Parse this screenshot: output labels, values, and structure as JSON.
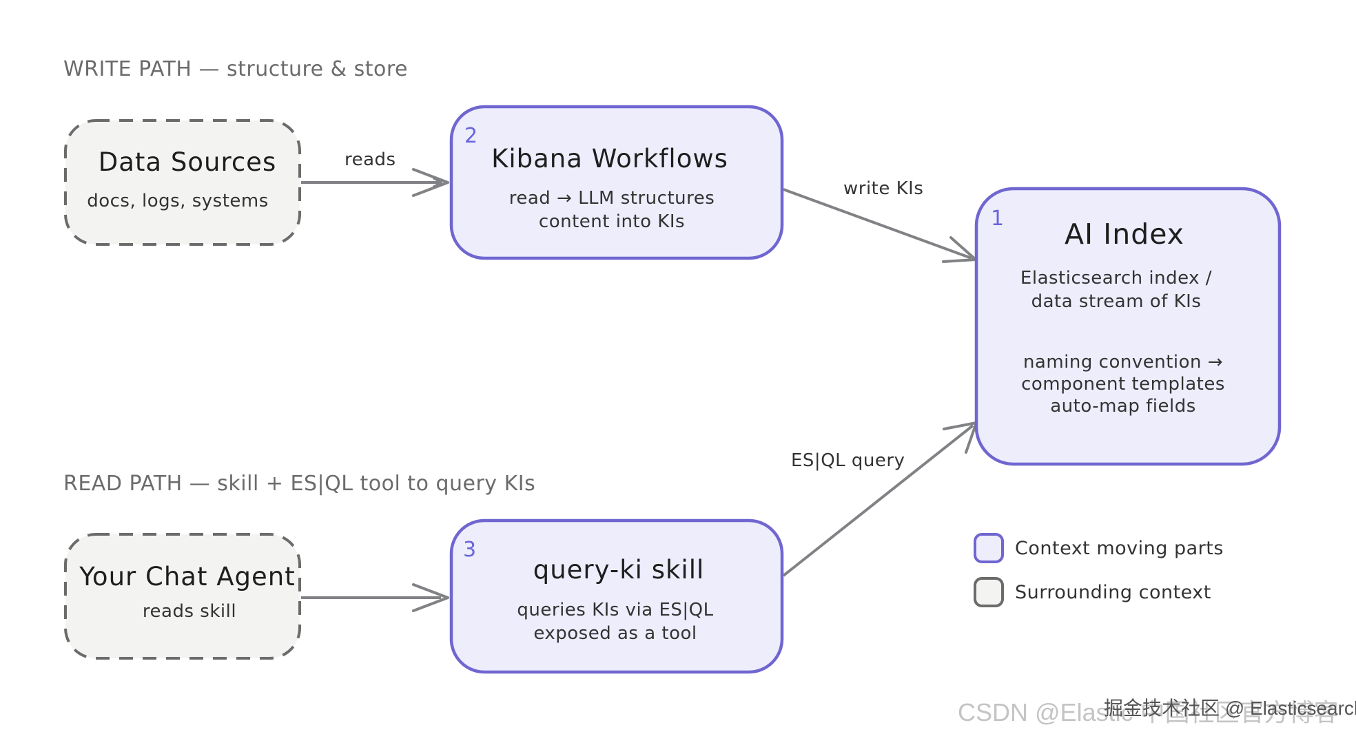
{
  "sections": {
    "write_path": "WRITE PATH — structure & store",
    "read_path": "READ PATH — skill + ES|QL tool to query KIs"
  },
  "nodes": {
    "data_sources": {
      "title": "Data Sources",
      "lines": [
        "docs, logs, systems"
      ]
    },
    "kibana_workflows": {
      "number": "2",
      "title": "Kibana Workflows",
      "lines": [
        "read → LLM structures",
        "content into KIs"
      ]
    },
    "ai_index": {
      "number": "1",
      "title": "AI Index",
      "lines": [
        "Elasticsearch index /",
        "data stream of KIs"
      ],
      "lines2": [
        "naming convention →",
        "component templates",
        "auto-map fields"
      ]
    },
    "chat_agent": {
      "title": "Your Chat Agent",
      "lines": [
        "reads skill"
      ]
    },
    "query_skill": {
      "number": "3",
      "title": "query-ki skill",
      "lines": [
        "queries KIs via ES|QL",
        "exposed as a tool"
      ]
    }
  },
  "edges": {
    "reads": "reads",
    "write_kis": "write KIs",
    "esql_query": "ES|QL query"
  },
  "legend": {
    "moving_parts": "Context moving parts",
    "surrounding": "Surrounding context"
  },
  "watermark": {
    "csdn": "CSDN @Elastic 中国社区官方博客",
    "juejin": "掘金技术社区 @ Elasticsearch"
  },
  "colors": {
    "accent_fill": "#ededfc",
    "accent_stroke": "#7066d0",
    "neutral_fill": "#f3f3f2",
    "neutral_stroke": "#6b6b6b",
    "arrow": "#808285"
  }
}
